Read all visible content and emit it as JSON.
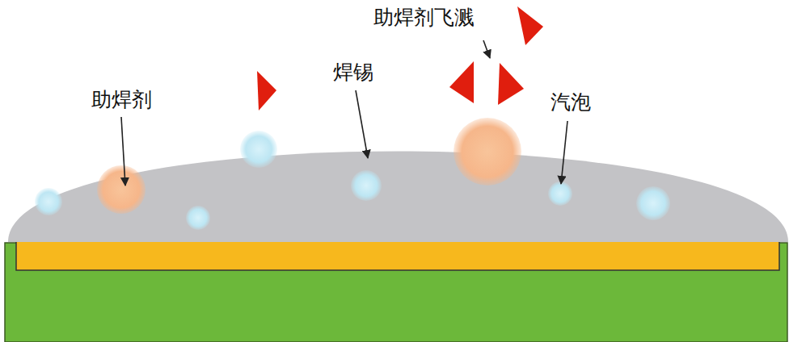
{
  "diagram": {
    "labels": [
      "助焊剂飞溅",
      "助焊剂",
      "焊锡",
      "汽泡"
    ]
  }
}
